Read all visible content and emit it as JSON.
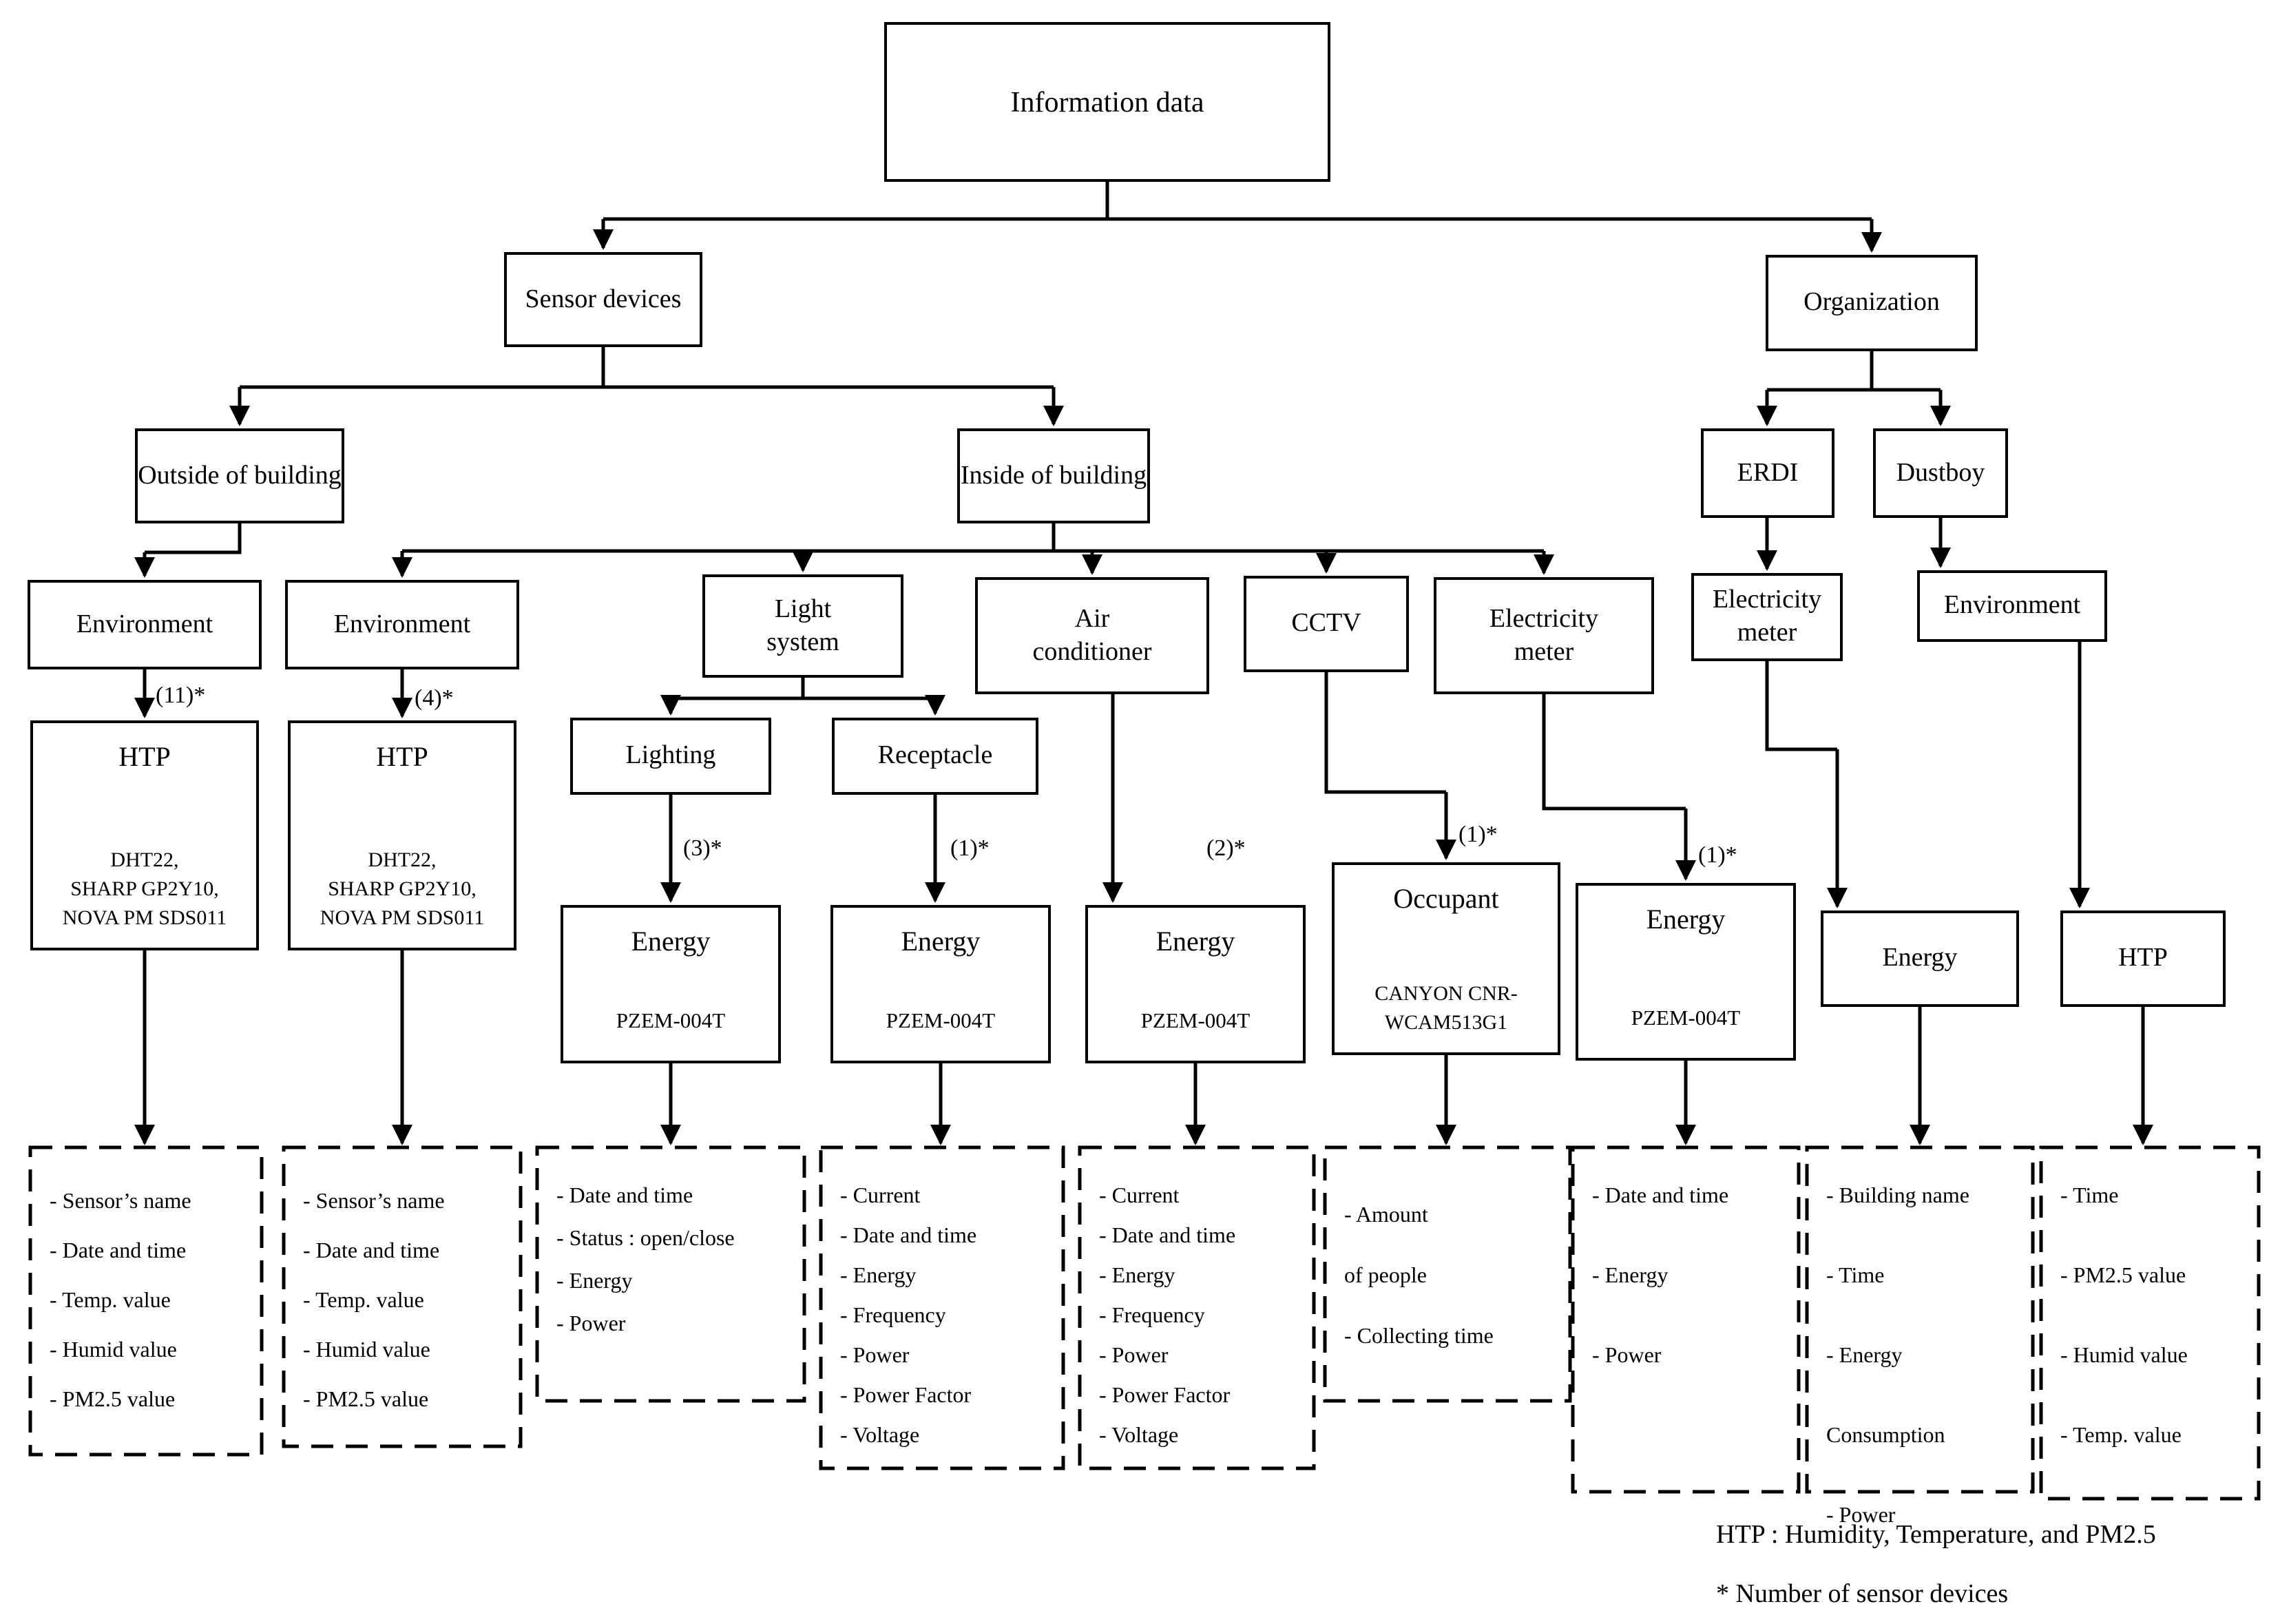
{
  "nodes": {
    "information_data": {
      "label": "Information data"
    },
    "sensor_devices": {
      "label": "Sensor devices"
    },
    "organization": {
      "label": "Organization"
    },
    "outside_building": {
      "label": "Outside of building"
    },
    "inside_building": {
      "label": "Inside of building"
    },
    "erdi": {
      "label": "ERDI"
    },
    "dustboy": {
      "label": "Dustboy"
    },
    "environment_outside": {
      "label": "Environment"
    },
    "environment_inside": {
      "label": "Environment"
    },
    "light_system": {
      "label": "Light system"
    },
    "air_conditioner": {
      "label": "Air conditioner"
    },
    "cctv": {
      "label": "CCTV"
    },
    "electricity_meter_inside": {
      "label": "Electricity meter"
    },
    "electricity_meter_erdi": {
      "label": "Electricity meter"
    },
    "environment_dustboy": {
      "label": "Environment"
    },
    "lighting": {
      "label": "Lighting"
    },
    "receptacle": {
      "label": "Receptacle"
    },
    "htp_outside": {
      "label": "HTP",
      "count": "(11)*",
      "devices": [
        "DHT22,",
        "SHARP GP2Y10,",
        "NOVA PM SDS011"
      ]
    },
    "htp_inside": {
      "label": "HTP",
      "count": "(4)*",
      "devices": [
        "DHT22,",
        "SHARP GP2Y10,",
        "NOVA PM SDS011"
      ]
    },
    "energy_lighting": {
      "label": "Energy",
      "count": "(3)*",
      "device": "PZEM-004T"
    },
    "energy_receptacle": {
      "label": "Energy",
      "count": "(1)*",
      "device": "PZEM-004T"
    },
    "energy_aircon": {
      "label": "Energy",
      "count": "(2)*",
      "device": "PZEM-004T"
    },
    "occupant": {
      "label": "Occupant",
      "count": "(1)*",
      "devices": [
        "CANYON CNR-",
        "WCAM513G1"
      ]
    },
    "energy_em_inside": {
      "label": "Energy",
      "count": "(1)*",
      "device": "PZEM-004T"
    },
    "energy_erdi": {
      "label": "Energy"
    },
    "htp_dustboy": {
      "label": "HTP"
    }
  },
  "outputs": {
    "htp_outside": [
      "- Sensor’s name",
      "- Date and time",
      "- Temp. value",
      "- Humid value",
      "- PM2.5 value"
    ],
    "htp_inside": [
      "- Sensor’s name",
      "- Date and time",
      "- Temp. value",
      "- Humid value",
      "- PM2.5 value"
    ],
    "energy_lighting": [
      "- Date and time",
      "- Status : open/close",
      "- Energy",
      "- Power"
    ],
    "energy_receptacle": [
      "- Current",
      "- Date and time",
      "- Energy",
      "- Frequency",
      "- Power",
      "- Power Factor",
      "- Voltage"
    ],
    "energy_aircon": [
      "- Current",
      "- Date and time",
      "- Energy",
      "- Frequency",
      "- Power",
      "- Power Factor",
      "- Voltage"
    ],
    "occupant": [
      "- Amount",
      "of people",
      "- Collecting time"
    ],
    "energy_em_inside": [
      "- Date and time",
      "- Energy",
      "- Power"
    ],
    "energy_erdi": [
      "- Building name",
      "- Time",
      "- Energy",
      "Consumption",
      "- Power"
    ],
    "htp_dustboy": [
      "- Time",
      "- PM2.5 value",
      "- Humid value",
      "- Temp. value"
    ]
  },
  "notes": {
    "htp_legend": "HTP : Humidity, Temperature, and PM2.5",
    "asterisk_legend": "* Number of sensor devices"
  }
}
